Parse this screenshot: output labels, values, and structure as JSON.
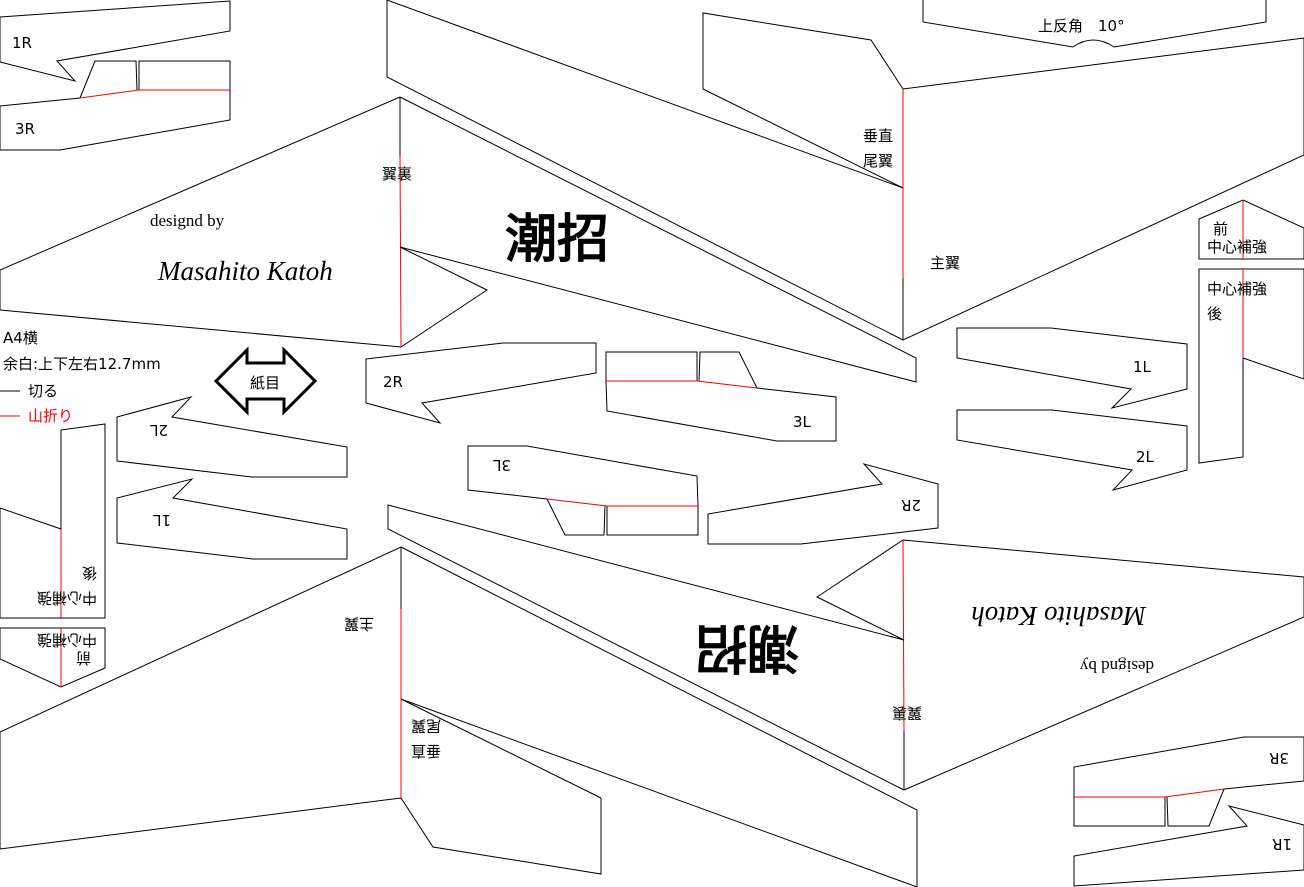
{
  "legend": {
    "paper_size": "A4横",
    "margin": "余白:上下左右12.7mm",
    "cut": "切る",
    "fold": "山折り"
  },
  "grain_arrow": "紙目",
  "dihedral_label": "上反角　10°",
  "parts": {
    "wing_back": "翼裏",
    "designed_by": "designd by",
    "author": "Masahito Katoh",
    "title": "潮招",
    "vertical_tail": [
      "垂直",
      "尾翼"
    ],
    "main_wing": "主翼",
    "p1R": "1R",
    "p3R": "3R",
    "p2R": "2R",
    "p3L": "3L",
    "p1L": "1L",
    "p2L": "2L",
    "front_reinforce": [
      "前",
      "中心補強"
    ],
    "rear_reinforce": [
      "中心補強",
      "後"
    ]
  },
  "colors": {
    "cut": "#000000",
    "fold": "#ff0000"
  }
}
